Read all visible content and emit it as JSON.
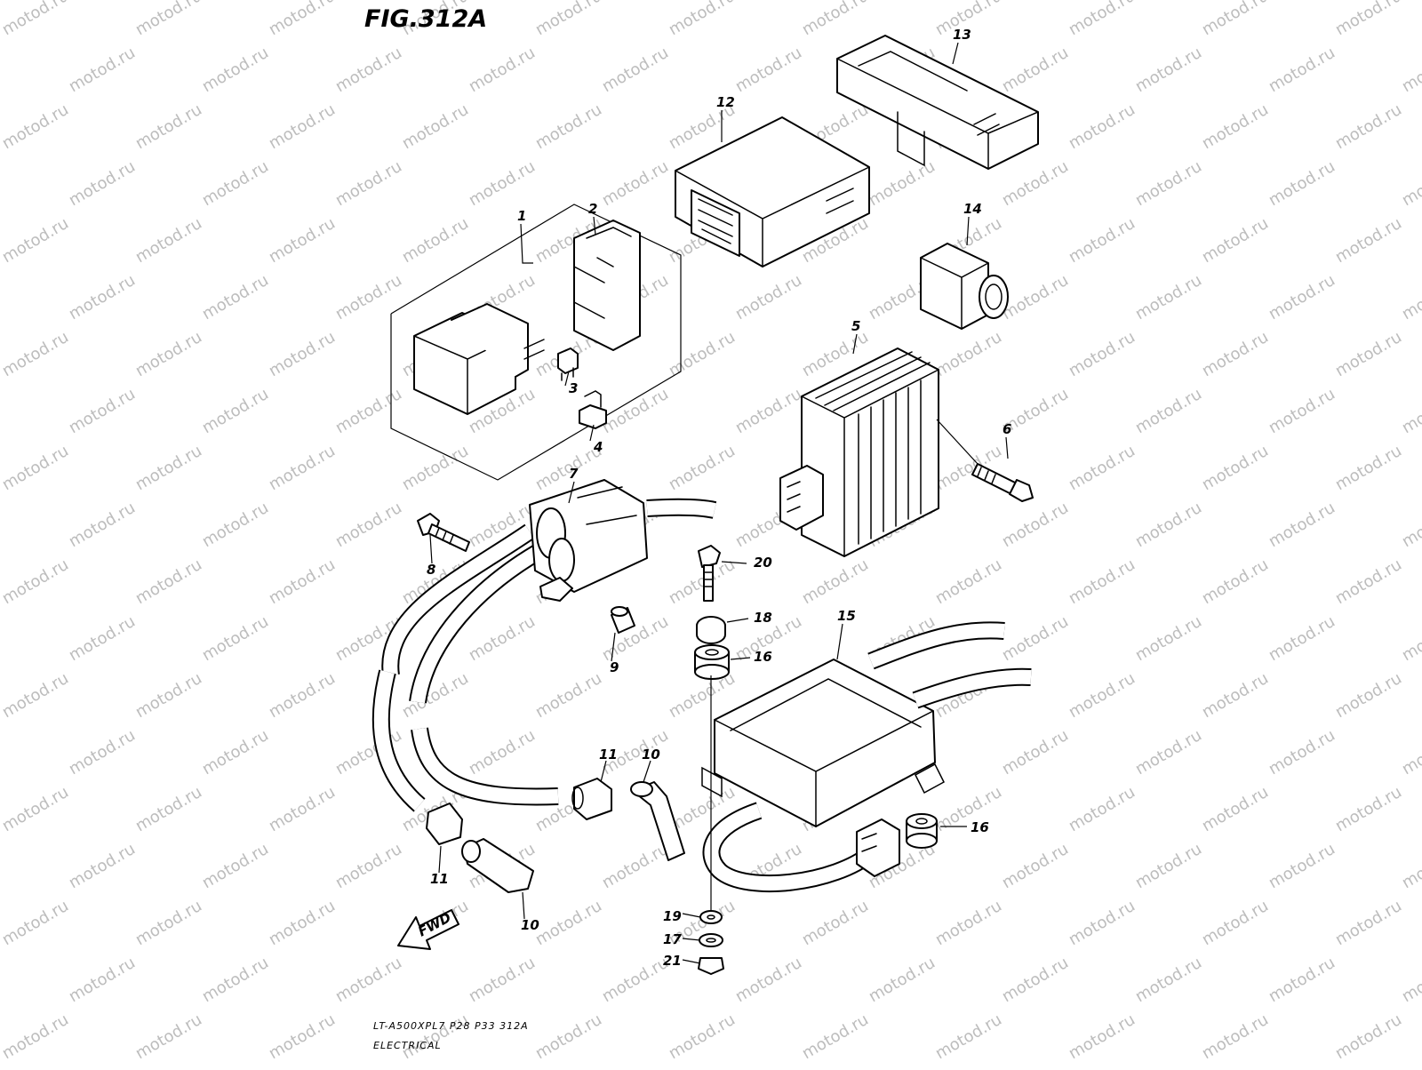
{
  "figure_title": "FIG.312A",
  "watermark_text": "motod.ru",
  "fwd_label": "FWD",
  "footer": {
    "model_line": "LT-A500XPL7  P28  P33  312A",
    "section_line": "ELECTRICAL"
  },
  "callouts": [
    "1",
    "2",
    "3",
    "4",
    "5",
    "6",
    "7",
    "8",
    "9",
    "10",
    "10",
    "11",
    "11",
    "12",
    "13",
    "14",
    "15",
    "16",
    "16",
    "17",
    "18",
    "19",
    "20",
    "21"
  ]
}
